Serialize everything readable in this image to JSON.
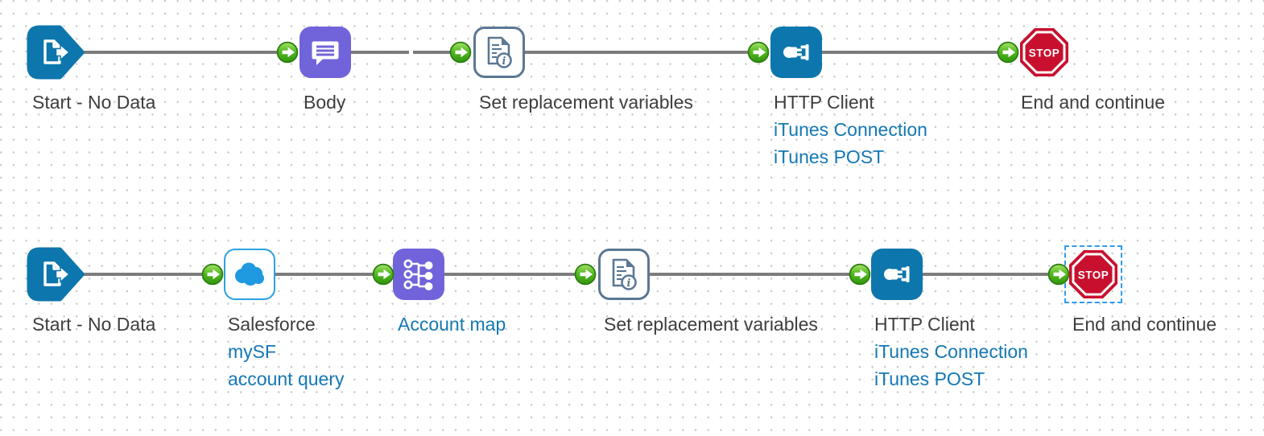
{
  "app": {
    "view": "process-designer-canvas"
  },
  "colors": {
    "node_blue": "#0d76ad",
    "node_purple": "#7164da",
    "stop_red": "#c8102e",
    "link_blue": "#1478b4",
    "connector_gray": "#7c7c7c",
    "doc_props_border": "#5a7894",
    "salesforce_blue": "#1f9ae0",
    "arrow_green": "#52b820",
    "selection_blue": "#2f9bf0",
    "label_text": "#3e3e3e"
  },
  "rows": [
    {
      "name": "top-process",
      "nodes": [
        {
          "icon": "start-document-arrow-icon",
          "label": "Start - No Data",
          "links": []
        },
        {
          "icon": "message-bubble-icon",
          "label": "Body",
          "links": []
        },
        {
          "icon": "document-info-icon",
          "label": "Set replacement variables",
          "links": []
        },
        {
          "icon": "plug-connector-icon",
          "label": "HTTP Client",
          "links": [
            "iTunes Connection",
            "iTunes POST"
          ]
        },
        {
          "icon": "stop-sign-icon",
          "label": "End and continue",
          "badge": "STOP",
          "links": []
        }
      ]
    },
    {
      "name": "bottom-process",
      "nodes": [
        {
          "icon": "start-document-arrow-icon",
          "label": "Start - No Data",
          "links": []
        },
        {
          "icon": "salesforce-cloud-icon",
          "label": "Salesforce",
          "links": [
            "mySF",
            "account query"
          ]
        },
        {
          "icon": "data-map-icon",
          "label": "Account map",
          "label_is_link": true,
          "links": []
        },
        {
          "icon": "document-info-icon",
          "label": "Set replacement variables",
          "links": []
        },
        {
          "icon": "plug-connector-icon",
          "label": "HTTP Client",
          "links": [
            "iTunes Connection",
            "iTunes POST"
          ]
        },
        {
          "icon": "stop-sign-icon",
          "label": "End and continue",
          "badge": "STOP",
          "selected": true,
          "links": []
        }
      ]
    }
  ]
}
